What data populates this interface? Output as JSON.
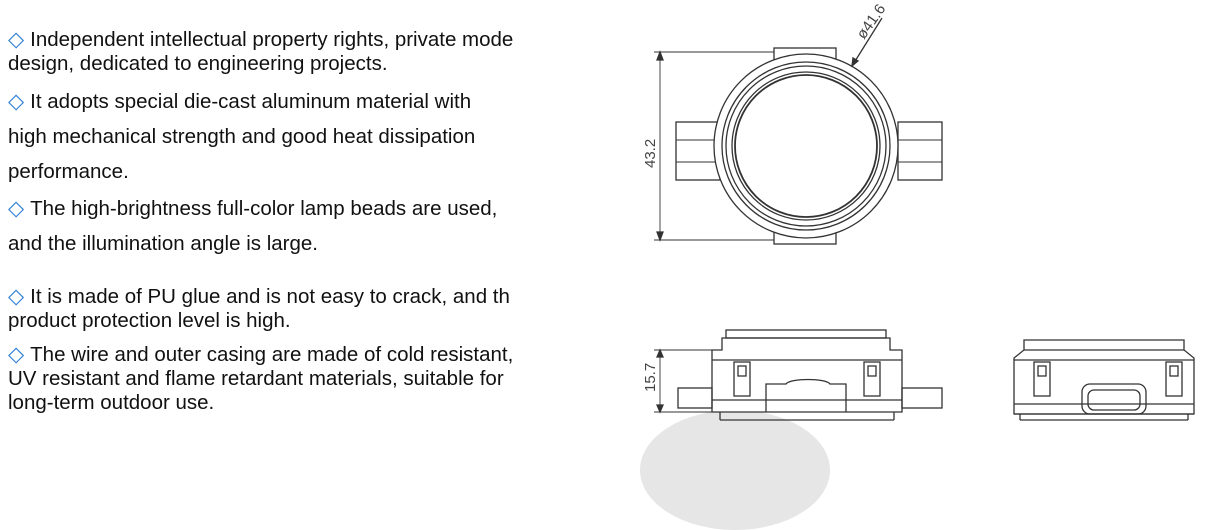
{
  "features": [
    {
      "lines": [
        "Independent intellectual property rights, private mode",
        "design, dedicated to engineering projects."
      ]
    },
    {
      "lines": [
        "It adopts special die-cast aluminum material with",
        "high mechanical strength and good heat dissipation",
        "performance."
      ]
    },
    {
      "lines": [
        "The high-brightness full-color lamp beads are used,",
        "and the illumination angle is large."
      ]
    },
    {
      "lines": [
        "It is made of PU glue and is not easy to crack, and th",
        "product protection level is high."
      ]
    },
    {
      "lines": [
        "The wire and outer casing are made of cold resistant,",
        "UV resistant and flame retardant materials, suitable for",
        "long-term outdoor use."
      ]
    }
  ],
  "bullet_icon": "diamond-outline-icon",
  "colors": {
    "bullet": "#2f7fd3",
    "line": "#333333",
    "dim": "#444444"
  },
  "dimensions": {
    "diameter": "ø41.6",
    "height": "43.2",
    "thickness": "15.7"
  }
}
